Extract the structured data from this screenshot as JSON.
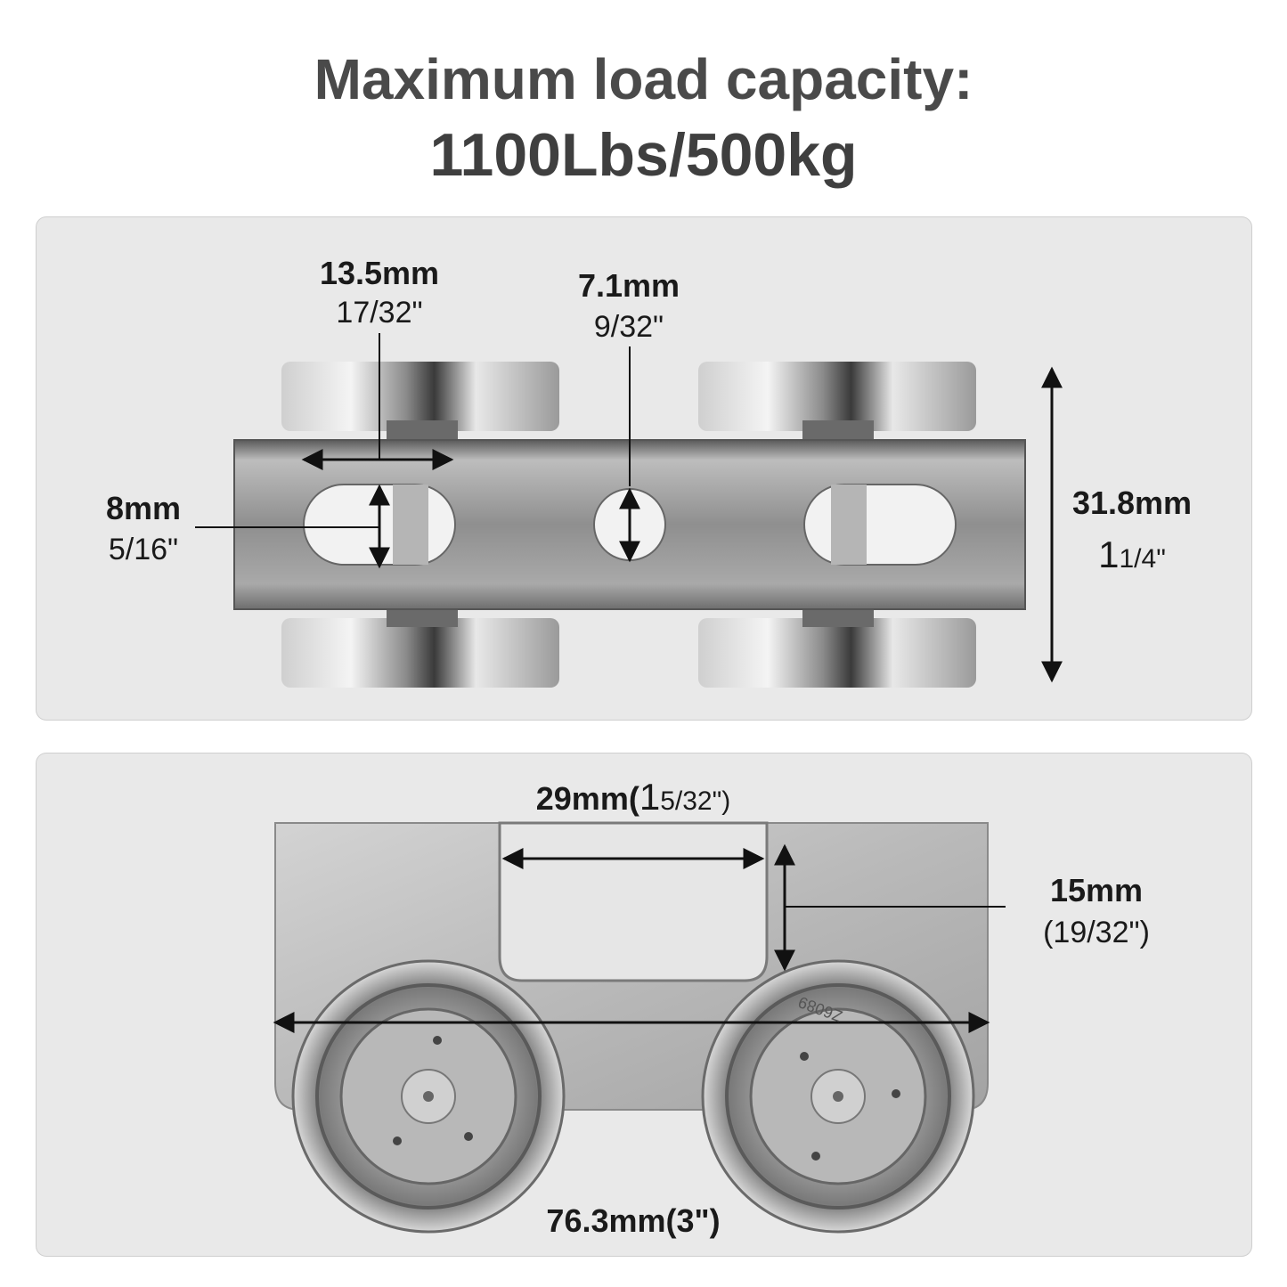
{
  "header": {
    "line1": "Maximum load capacity:",
    "line2": "1100Lbs/500kg"
  },
  "top_view": {
    "dim_width_mm": "13.5mm",
    "dim_width_in": "17/32\"",
    "dim_hole_mm": "7.1mm",
    "dim_hole_in": "9/32\"",
    "dim_slot_mm": "8mm",
    "dim_slot_in": "5/16\"",
    "dim_height_mm": "31.8mm",
    "dim_height_in_whole": "1",
    "dim_height_in_frac": "1/4\""
  },
  "front_view": {
    "dim_opening_a": "29mm(",
    "dim_opening_whole": "1",
    "dim_opening_frac": "5/32\")",
    "dim_depth_mm": "15mm",
    "dim_depth_in": "(19/32\")",
    "dim_length": "76.3mm(3\")",
    "bearing_marking": "Z6089"
  }
}
